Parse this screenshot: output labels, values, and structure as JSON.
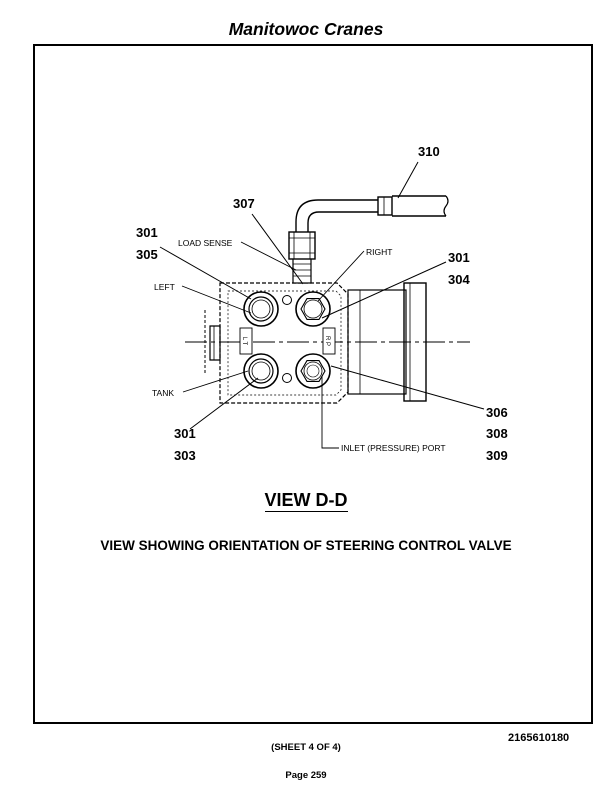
{
  "header": {
    "title": "Manitowoc Cranes"
  },
  "diagram": {
    "callouts": {
      "n310": "310",
      "n307": "307",
      "n301_a": "301",
      "n305": "305",
      "n301_b": "301",
      "n304": "304",
      "n306": "306",
      "n308": "308",
      "n309": "309",
      "n301_c": "301",
      "n303": "303"
    },
    "labels": {
      "load_sense": "LOAD SENSE",
      "left": "LEFT",
      "right": "RIGHT",
      "tank": "TANK",
      "inlet": "INLET (PRESSURE) PORT",
      "mark_lt": "L T",
      "mark_rp": "R P"
    },
    "view_title": "VIEW D-D",
    "view_subtitle": "VIEW SHOWING ORIENTATION OF STEERING CONTROL VALVE"
  },
  "footer": {
    "doc_number": "2165610180",
    "sheet": "(SHEET 4 OF 4)",
    "page": "Page 259"
  }
}
